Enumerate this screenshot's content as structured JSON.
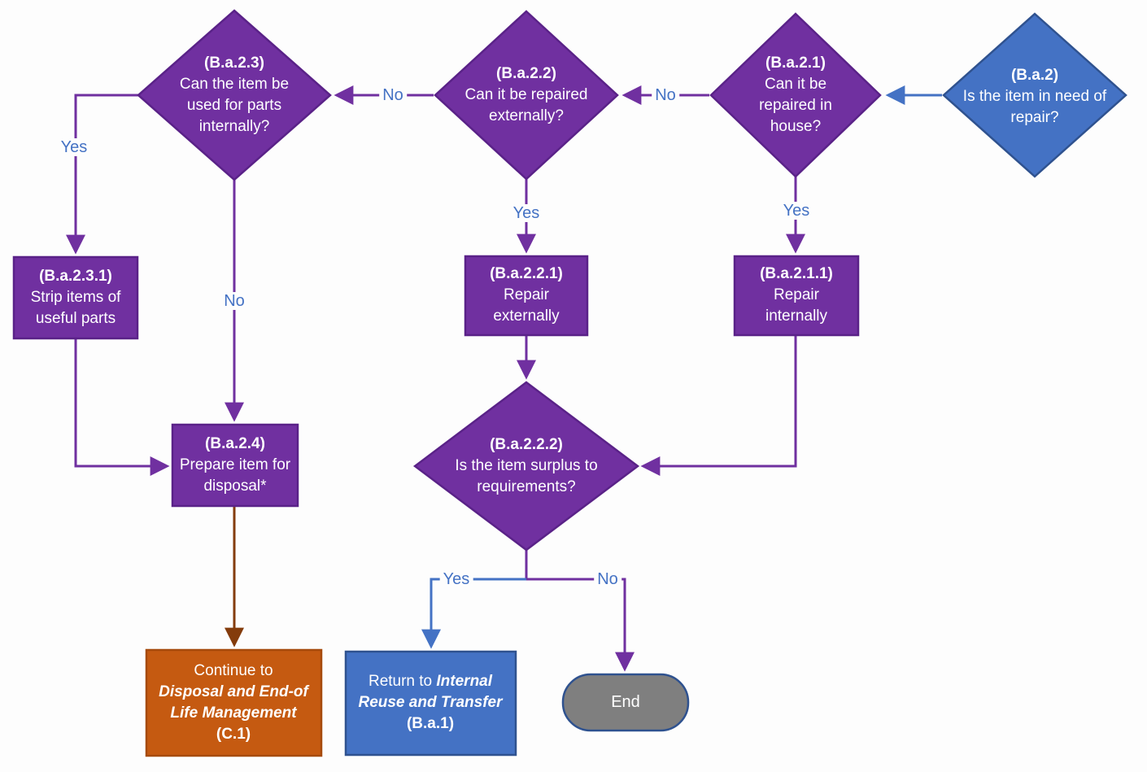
{
  "background": "#FDFDFD",
  "colors": {
    "purple_fill": "#7030A0",
    "purple_border": "#5A2288",
    "blue_fill": "#4472C4",
    "blue_border": "#2F528F",
    "orange_fill": "#C55A11",
    "orange_border": "#A64B0D",
    "gray_fill": "#7F7F7F",
    "brown_arrow": "#843C0C",
    "edge_label_text": "#4472C4",
    "node_text": "#FFFFFF"
  },
  "nodes": {
    "ba2": {
      "id": "(B.a.2)",
      "text": "Is the item in need of repair?"
    },
    "ba21": {
      "id": "(B.a.2.1)",
      "text": "Can it be repaired in house?"
    },
    "ba22": {
      "id": "(B.a.2.2)",
      "text": "Can it be repaired externally?"
    },
    "ba23": {
      "id": "(B.a.2.3)",
      "text": "Can the item be used for parts internally?"
    },
    "ba231": {
      "id": "(B.a.2.3.1)",
      "text": "Strip items of useful parts"
    },
    "ba221": {
      "id": "(B.a.2.2.1)",
      "text": "Repair externally"
    },
    "ba211": {
      "id": "(B.a.2.1.1)",
      "text": "Repair internally"
    },
    "ba24": {
      "id": "(B.a.2.4)",
      "text": "Prepare item for disposal*"
    },
    "ba222": {
      "id": "(B.a.2.2.2)",
      "text": "Is the item surplus to requirements?"
    },
    "disposal": {
      "prefix": "Continue to",
      "title": "Disposal and End-of Life Management",
      "id": "(C.1)"
    },
    "reuse": {
      "prefix": "Return to",
      "title": "Internal Reuse and Transfer",
      "id": "(B.a.1)"
    },
    "end": {
      "text": "End"
    }
  },
  "edges": {
    "ba21_to_ba22": "No",
    "ba22_to_ba23": "No",
    "ba23_to_ba231": "Yes",
    "ba23_to_ba24": "No",
    "ba22_to_ba221": "Yes",
    "ba21_to_ba211": "Yes",
    "ba222_to_reuse": "Yes",
    "ba222_to_end": "No"
  }
}
